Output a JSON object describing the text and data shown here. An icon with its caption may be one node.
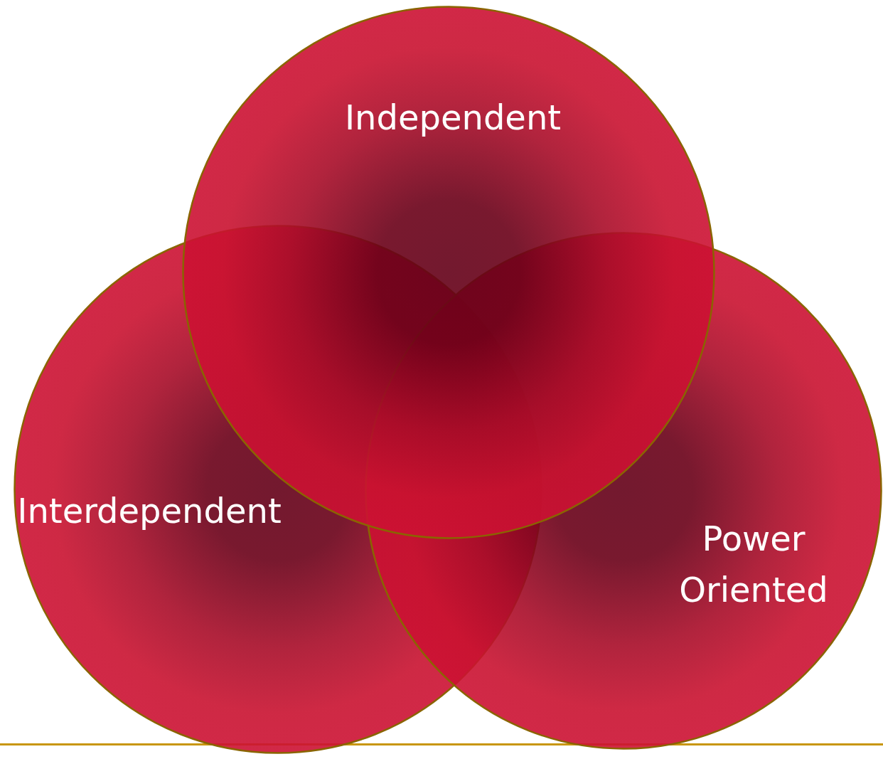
{
  "diagram": {
    "nodes": [
      {
        "text": [
          "Independent"
        ]
      },
      {
        "text": [
          "Interdependent"
        ]
      },
      {
        "text": [
          "Power Oriented"
        ]
      }
    ],
    "edges": []
  }
}
